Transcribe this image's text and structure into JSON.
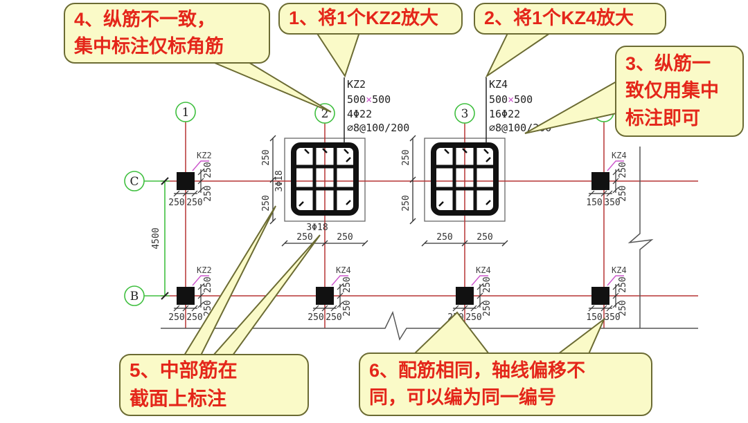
{
  "notes": {
    "n1": "1、将1个KZ2放大",
    "n2": "2、将1个KZ4放大",
    "n3": "3、纵筋一\n致仅用集中\n标注即可",
    "n4": "4、纵筋不一致，\n集中标注仅标角筋",
    "n5": "5、中部筋在\n截面上标注",
    "n6": "6、配筋相同，轴线偏移不\n同，可以编为同一编号"
  },
  "grid": {
    "col_labels": [
      "1",
      "2",
      "3",
      "4"
    ],
    "row_labels": [
      "C",
      "B"
    ],
    "bay_dim": "4500"
  },
  "kz2": {
    "tag": "KZ2",
    "size_w": "500",
    "size_x": "×",
    "size_h": "500",
    "corner_bars": "4Φ22",
    "stirrups": "∅8@100/200",
    "side_mid_bars": "3Φ18",
    "bottom_mid_bars": "3Φ18",
    "sec_dims": {
      "left_top": "250",
      "left_bottom": "250",
      "bot_left": "250",
      "bot_right": "250"
    }
  },
  "kz4": {
    "tag": "KZ4",
    "size_w": "500",
    "size_x": "×",
    "size_h": "500",
    "all_bars": "16Φ22",
    "stirrups": "∅8@100/200",
    "sec_dims": {
      "left_top": "250",
      "left_bottom": "250",
      "bot_left": "250",
      "bot_right": "250"
    }
  },
  "plan_cols": [
    {
      "id": "C1",
      "tag": "KZ2",
      "bot": [
        "250",
        "250"
      ],
      "right": [
        "250",
        "250"
      ]
    },
    {
      "id": "C4",
      "tag": "KZ4",
      "bot": [
        "150",
        "350"
      ],
      "right": [
        "250",
        "250"
      ]
    },
    {
      "id": "B1",
      "tag": "KZ2",
      "bot": [
        "250",
        "250"
      ],
      "right": [
        "250",
        "250"
      ]
    },
    {
      "id": "B2",
      "tag": "KZ4",
      "bot": [
        "250",
        "250"
      ],
      "right": [
        "250",
        "250"
      ]
    },
    {
      "id": "B3",
      "tag": "KZ4",
      "bot": [
        "250",
        "250"
      ],
      "right": [
        "250",
        "250"
      ]
    },
    {
      "id": "B4",
      "tag": "KZ4",
      "bot": [
        "150",
        "350"
      ],
      "right": [
        "250",
        "250"
      ]
    }
  ],
  "colors": {
    "grid_red": "#b53434",
    "axis_green": "#3fbf3f",
    "leader_magenta": "#cc55cc",
    "note_fill": "#fafac8",
    "note_border": "#6b6b33",
    "note_text": "#e4261a"
  }
}
